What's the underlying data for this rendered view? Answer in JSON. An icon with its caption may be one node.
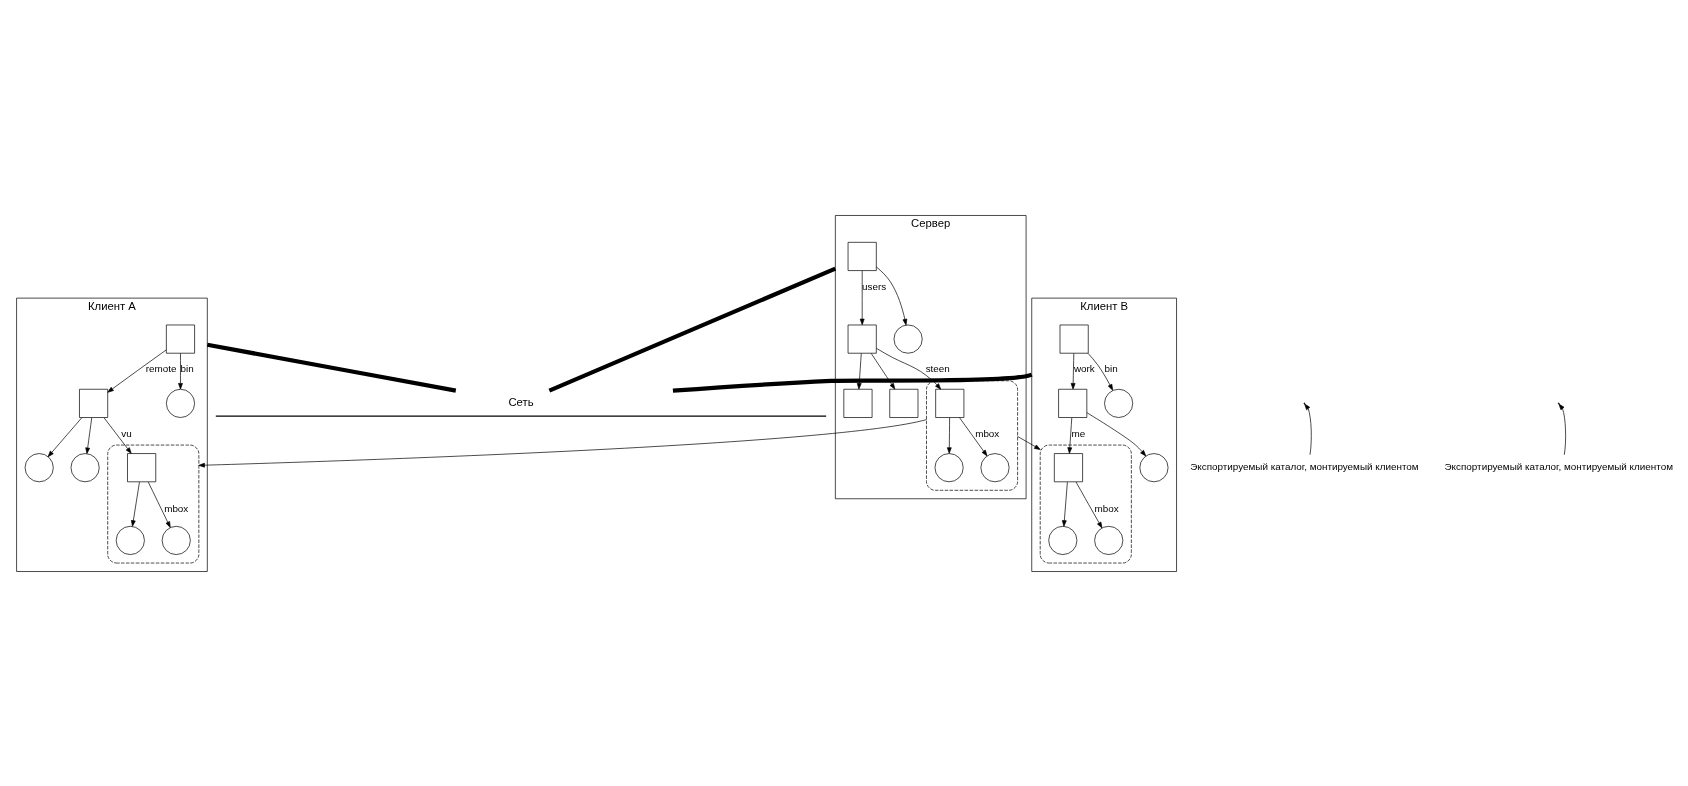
{
  "diagram": {
    "nodes": [
      {
        "text": [
          "Клиент A"
        ]
      },
      {
        "text": [],
        "shape": "box",
        "in": 0
      },
      {
        "text": [],
        "shape": "box",
        "in": 0
      },
      {
        "text": [],
        "shape": "circle",
        "in": 0
      },
      {
        "text": [],
        "shape": "circle",
        "in": 0
      },
      {
        "text": [],
        "shape": "circle",
        "in": 0
      },
      {
        "text": [],
        "shape": "cloud",
        "in": 0
      },
      {
        "text": [],
        "shape": "box",
        "in": 6
      },
      {
        "text": [],
        "shape": "circle",
        "in": 6
      },
      {
        "text": [],
        "shape": "circle",
        "in": 6
      },
      {
        "text": [
          "Сервер"
        ]
      },
      {
        "text": [],
        "shape": "box",
        "in": 10
      },
      {
        "text": [],
        "shape": "box",
        "in": 10
      },
      {
        "text": [],
        "shape": "circle",
        "in": 10
      },
      {
        "text": [],
        "shape": "box",
        "in": 10
      },
      {
        "text": [],
        "shape": "box",
        "in": 10
      },
      {
        "text": [],
        "shape": "cloud",
        "in": 10
      },
      {
        "text": [],
        "shape": "box",
        "in": 16
      },
      {
        "text": [],
        "shape": "circle",
        "in": 16
      },
      {
        "text": [],
        "shape": "circle",
        "in": 16
      },
      {
        "text": [
          "Клиент B"
        ]
      },
      {
        "text": [],
        "shape": "box",
        "in": 20
      },
      {
        "text": [],
        "shape": "box",
        "in": 20
      },
      {
        "text": [],
        "shape": "circle",
        "in": 20
      },
      {
        "text": [],
        "shape": "circle",
        "in": 20
      },
      {
        "text": [],
        "shape": "cloud",
        "in": 20
      },
      {
        "text": [],
        "shape": "box",
        "in": 25
      },
      {
        "text": [],
        "shape": "circle",
        "in": 25
      },
      {
        "text": [],
        "shape": "circle",
        "in": 25
      },
      {
        "text": [
          "Сеть"
        ]
      },
      {
        "text": [
          "Экспортируемый каталог, монтируемый клиентом"
        ]
      },
      {
        "text": [
          "Экспортируемый каталог, монтируемый клиентом"
        ]
      }
    ],
    "edges": [
      {
        "from": 1,
        "to": 2,
        "arrow": "to",
        "label": "remote"
      },
      {
        "from": 1,
        "to": 3,
        "arrow": "to",
        "label": "bin"
      },
      {
        "from": 2,
        "to": 4,
        "arrow": "to"
      },
      {
        "from": 2,
        "to": 5,
        "arrow": "to"
      },
      {
        "from": 2,
        "to": 7,
        "arrow": "to",
        "label": "vu"
      },
      {
        "from": 7,
        "to": 8,
        "arrow": "to"
      },
      {
        "from": 7,
        "to": 9,
        "arrow": "to",
        "label": "mbox"
      },
      {
        "from": 11,
        "to": 12,
        "arrow": "to",
        "label": "users"
      },
      {
        "from": 11,
        "to": 13,
        "arrow": "to"
      },
      {
        "from": 12,
        "to": 14,
        "arrow": "to"
      },
      {
        "from": 12,
        "to": 15,
        "arrow": "to"
      },
      {
        "from": 12,
        "to": 17,
        "arrow": "to",
        "label": "steen"
      },
      {
        "from": 17,
        "to": 18,
        "arrow": "to"
      },
      {
        "from": 17,
        "to": 19,
        "arrow": "to",
        "label": "mbox"
      },
      {
        "from": 21,
        "to": 22,
        "arrow": "to",
        "label": "work"
      },
      {
        "from": 21,
        "to": 23,
        "arrow": "to",
        "label": "bin"
      },
      {
        "from": 22,
        "to": 24,
        "arrow": "to"
      },
      {
        "from": 22,
        "to": 26,
        "arrow": "to",
        "label": "me"
      },
      {
        "from": 26,
        "to": 27,
        "arrow": "to"
      },
      {
        "from": 26,
        "to": 28,
        "arrow": "to",
        "label": "mbox"
      },
      {
        "from": 16,
        "to": 6,
        "arrow": "to"
      },
      {
        "from": 16,
        "to": 25,
        "arrow": "to"
      },
      {
        "from": 30,
        "to": null,
        "arrow": "to"
      },
      {
        "from": 31,
        "to": null,
        "arrow": "to"
      },
      {
        "from": 0,
        "to": 29,
        "arrow": "none",
        "style": "thick"
      },
      {
        "from": 10,
        "to": 29,
        "arrow": "none",
        "style": "thick"
      },
      {
        "from": 20,
        "to": 29,
        "arrow": "none",
        "style": "thick"
      }
    ]
  }
}
